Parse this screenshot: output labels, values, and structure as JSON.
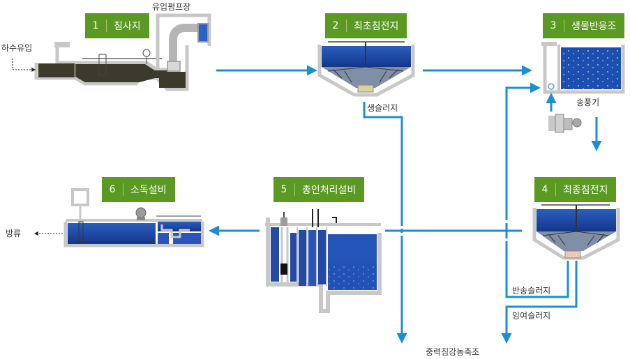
{
  "stages": [
    {
      "num": "1",
      "name": "침사지"
    },
    {
      "num": "2",
      "name": "최초침전지"
    },
    {
      "num": "3",
      "name": "생물반응조"
    },
    {
      "num": "4",
      "name": "최종침전지"
    },
    {
      "num": "5",
      "name": "총인처리설비"
    },
    {
      "num": "6",
      "name": "소독설비"
    }
  ],
  "labels": {
    "inlet_pump": "유입펌프장",
    "sewage_inflow": "하수유입",
    "primary_sludge": "생슬러지",
    "blower": "송풍기",
    "return_sludge": "반송슬러지",
    "excess_sludge": "잉여슬러지",
    "gravity_thickener": "중력침강농축조",
    "discharge": "방류"
  },
  "colors": {
    "badge": "#5a9a22",
    "flow_arrow": "#1a8fd9",
    "tank_wall": "#c8c8c8",
    "water": "#1f4ea6"
  }
}
